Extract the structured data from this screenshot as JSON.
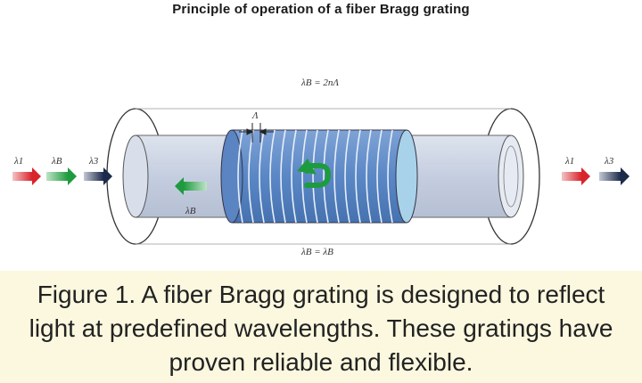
{
  "title": "Principle of operation of a fiber Bragg grating",
  "caption": "Figure 1. A fiber Bragg grating is designed to reflect light at predefined wavelengths. These gratings have proven reliable and flexible.",
  "labels": {
    "bragg_equation": "λB = 2nΛ",
    "grating_period": "Λ",
    "input_1": "λ1",
    "input_2": "λB",
    "input_3": "λ3",
    "reflected_wavelength": "λB",
    "output_1": "λ1",
    "output_2": "λ3",
    "bottom_equation": "λB = λB"
  },
  "colors": {
    "red_arrow": "#d8242b",
    "green_arrow": "#1f9b3f",
    "navy_arrow": "#1d2b4a",
    "fiber": "#c9d2e3",
    "grating": "#5b86c4",
    "caption_bg": "#fbf8df"
  }
}
